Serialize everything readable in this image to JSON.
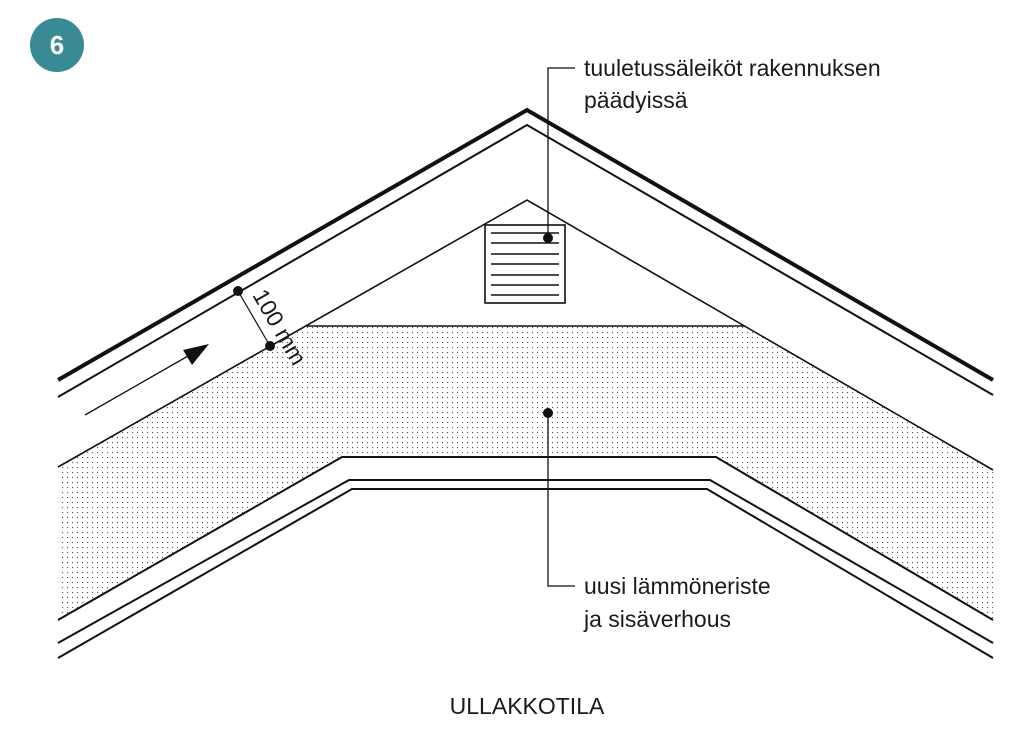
{
  "badge": {
    "number": "6",
    "color": "#3a8a96"
  },
  "labels": {
    "vent_line1": "tuuletussäleiköt rakennuksen",
    "vent_line2": "päädyissä",
    "insulation_line1": "uusi lämmöneriste",
    "insulation_line2": "ja sisäverhous",
    "dimension": "100 mm",
    "caption": "ULLAKKOTILA"
  }
}
